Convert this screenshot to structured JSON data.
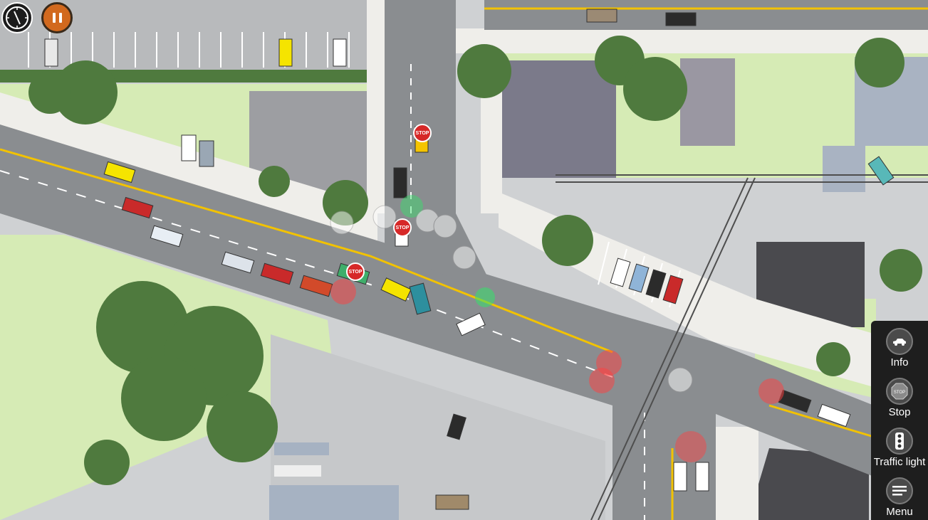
{
  "hud": {
    "clock_icon": "clock-icon",
    "pause_icon": "pause-icon"
  },
  "toolbar": {
    "info_label": "Info",
    "stop_label": "Stop",
    "traffic_light_label": "Traffic light",
    "menu_label": "Menu"
  },
  "signs": {
    "stop": "STOP"
  },
  "colors": {
    "road": "#8a8d90",
    "grass": "#d6ebb5",
    "sidewalk": "#efeeea",
    "lane_yellow": "#f2c200",
    "signal_red": "#ff4040",
    "signal_green": "#35e26a",
    "pause_orange": "#d2691e"
  }
}
